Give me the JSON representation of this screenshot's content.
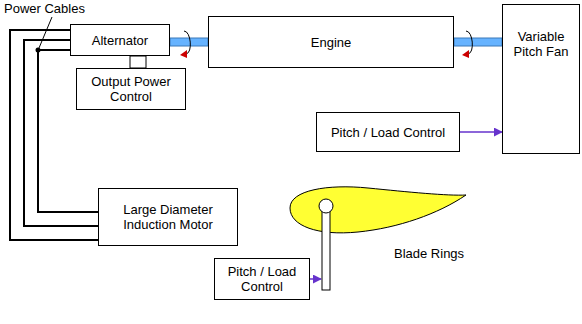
{
  "diagram": {
    "nodes": [
      {
        "text": [
          "Alternator"
        ]
      },
      {
        "text": [
          "Output Power Control"
        ]
      },
      {
        "text": [
          "Engine"
        ]
      },
      {
        "text": [
          "Variable Pitch Fan"
        ]
      },
      {
        "text": [
          "Pitch / Load Control"
        ]
      },
      {
        "text": [
          "Large Diameter Induction Motor"
        ]
      },
      {
        "text": [
          "Blade Rings"
        ]
      },
      {
        "text": [
          "Pitch / Load Control"
        ]
      }
    ],
    "edges": [
      {
        "from": 1,
        "to": 0,
        "arrow": "none"
      },
      {
        "from": 0,
        "to": 2,
        "arrow": "none"
      },
      {
        "from": 2,
        "to": 3,
        "arrow": "none"
      },
      {
        "from": 4,
        "to": 3,
        "arrow": "to"
      },
      {
        "from": 0,
        "to": 5,
        "arrow": "none"
      },
      {
        "from": 0,
        "to": 5,
        "arrow": "none"
      },
      {
        "from": 0,
        "to": 5,
        "arrow": "none"
      },
      {
        "from": 7,
        "to": 6,
        "arrow": "to"
      }
    ],
    "labels": [
      "Power Cables"
    ]
  }
}
